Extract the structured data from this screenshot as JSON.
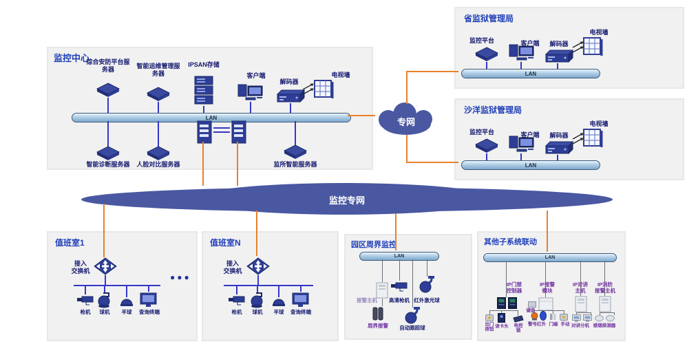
{
  "monitoring_center": {
    "title": "监控中心",
    "lan_label": "LAN",
    "top_devices": [
      "综合安防平台服务器",
      "智能运维管理服务器",
      "IPSAN存储",
      "客户端",
      "解码器",
      "电视墙"
    ],
    "bottom_devices": [
      "智能诊断服务器",
      "人脸对比服务器",
      "监所智能服务器"
    ]
  },
  "province_bureau": {
    "title": "省监狱管理局",
    "lan_label": "LAN",
    "devices": [
      "监控平台",
      "客户端",
      "解码器",
      "电视墙"
    ]
  },
  "shayang_bureau": {
    "title": "沙洋监狱管理局",
    "lan_label": "LAN",
    "devices": [
      "监控平台",
      "客户端",
      "解码器",
      "电视墙"
    ]
  },
  "private_network": {
    "label": "专网"
  },
  "monitoring_network": {
    "label": "监控专网"
  },
  "duty_room_1": {
    "title": "值班室1",
    "switch_label": "接入\n交换机",
    "devices": [
      "枪机",
      "球机",
      "半球",
      "查询终端"
    ]
  },
  "duty_room_n": {
    "title": "值班室N",
    "switch_label": "接入\n交换机",
    "devices": [
      "枪机",
      "球机",
      "半球",
      "查询终端"
    ]
  },
  "ellipsis_dots": "●●●",
  "perimeter_monitoring": {
    "title": "园区周界监控",
    "lan_label": "LAN",
    "devices": [
      "报警主机",
      "高清枪机",
      "红外激光球",
      "周界报警",
      "自动跟踪球"
    ]
  },
  "other_systems": {
    "title": "其他子系统联动",
    "lan_label": "LAN",
    "groups": [
      {
        "label": "IP门禁\n控制器",
        "sub": [
          "出门\n按钮",
          "读卡头",
          "电控\n锁"
        ]
      },
      {
        "label": "IP报警\n模块",
        "sub": [
          "键盘",
          "警号红外",
          "门磁",
          "手动"
        ]
      },
      {
        "label": "IP对讲\n主机",
        "sub": [
          "对讲分机"
        ]
      },
      {
        "label": "IP消防\n报警主机",
        "sub": [
          "感烟探测器"
        ]
      }
    ]
  },
  "colors": {
    "accent_orange": "#E8802A",
    "network_indigo": "#4A58A2",
    "line_blue": "#3536C8",
    "title_blue": "#2140B8",
    "label_navy": "#14196E",
    "label_purple": "#7030A0"
  }
}
